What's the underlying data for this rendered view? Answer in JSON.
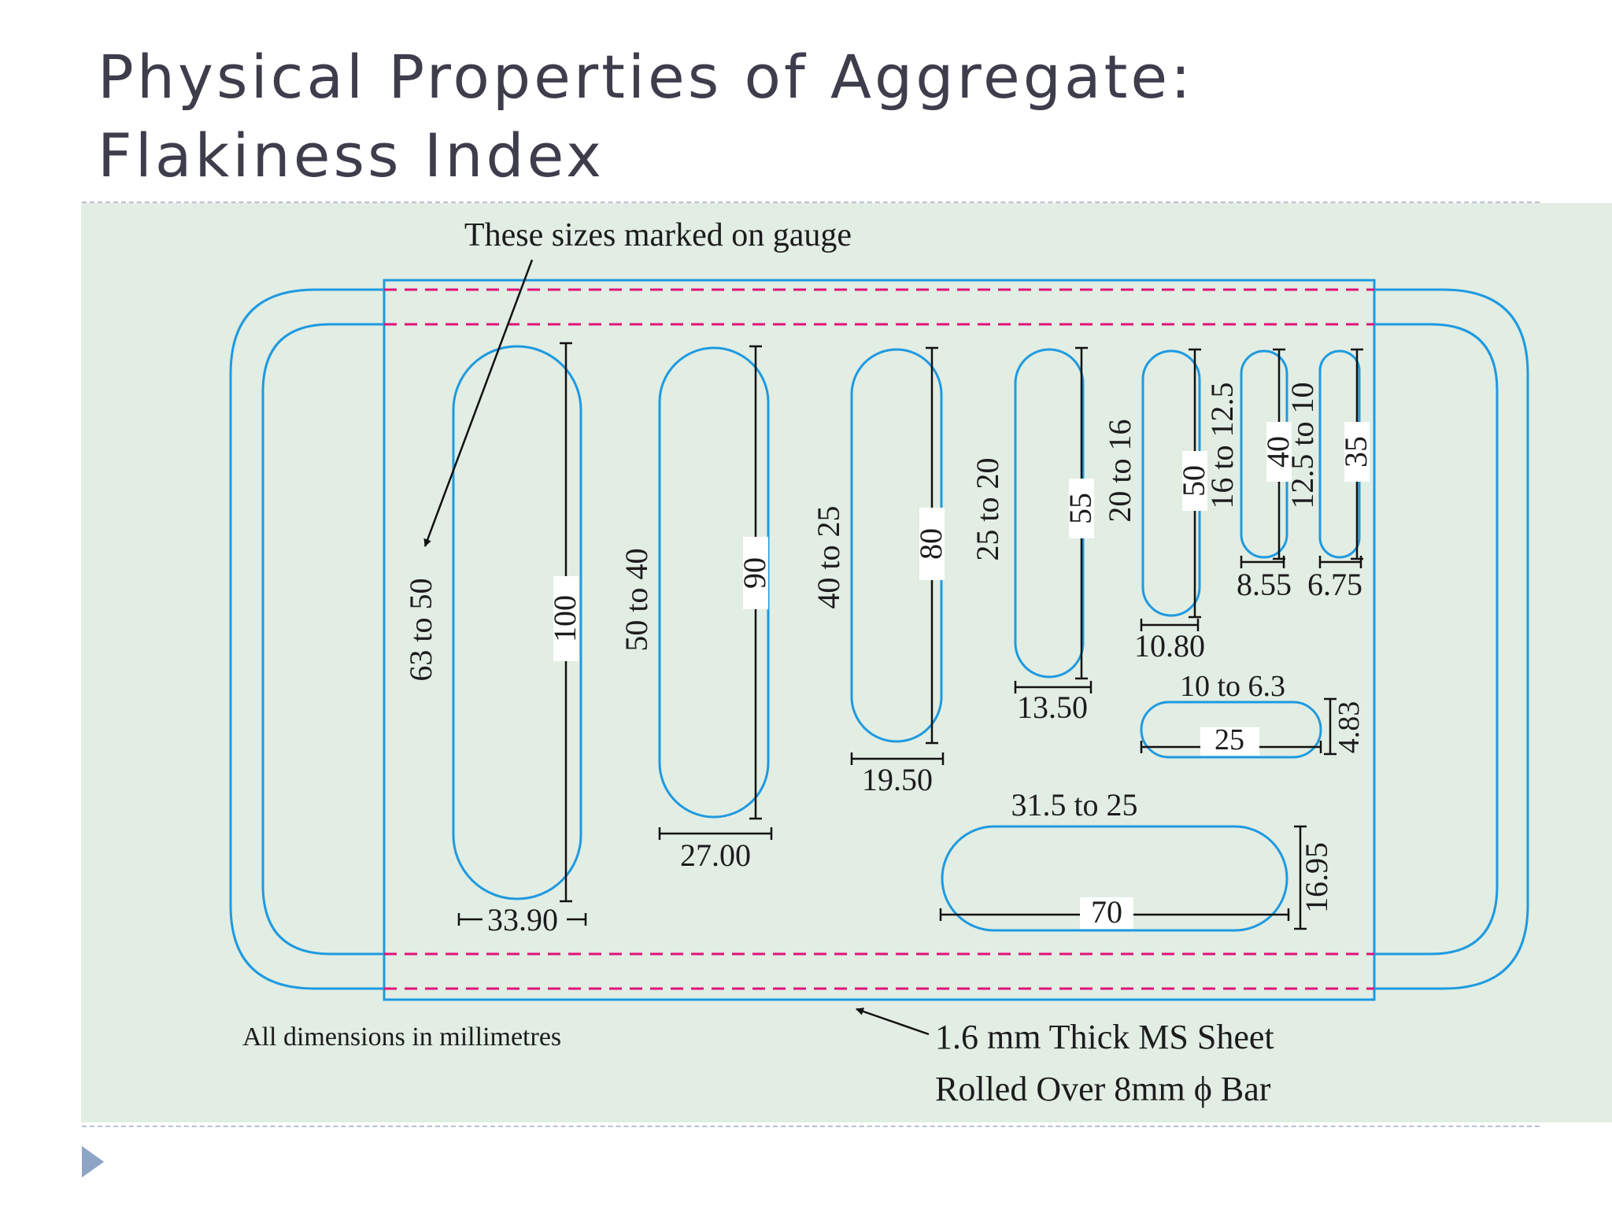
{
  "slide": {
    "title_line1": "Physical Properties of Aggregate:",
    "title_line2": "Flakiness Index"
  },
  "diagram": {
    "callout_top": "These sizes marked on gauge",
    "note_units": "All dimensions in millimetres",
    "sheet_note_line1": "1.6 mm Thick MS Sheet",
    "sheet_note_line2": "Rolled Over 8mm ϕ Bar",
    "slots": [
      {
        "size_range": "63 to 50",
        "length": "100",
        "width": "33.90"
      },
      {
        "size_range": "50 to 40",
        "length": "90",
        "width": "27.00"
      },
      {
        "size_range": "40 to 25",
        "length": "80",
        "width": "19.50"
      },
      {
        "size_range": "25 to 20",
        "length": "55",
        "width": "13.50"
      },
      {
        "size_range": "20 to 16",
        "length": "50",
        "width": "10.80"
      },
      {
        "size_range": "16 to 12.5",
        "length": "40",
        "width": "8.55"
      },
      {
        "size_range": "12.5 to 10",
        "length": "35",
        "width": "6.75"
      },
      {
        "size_range": "10 to 6.3",
        "length": "25",
        "width": "4.83"
      },
      {
        "size_range": "31.5 to 25",
        "length": "70",
        "width": "16.95"
      }
    ],
    "colors": {
      "outline": "#1e9ae0",
      "fold_line": "#e0127a",
      "dimension": "#111111",
      "panel_bg": "#e2ede3"
    }
  }
}
